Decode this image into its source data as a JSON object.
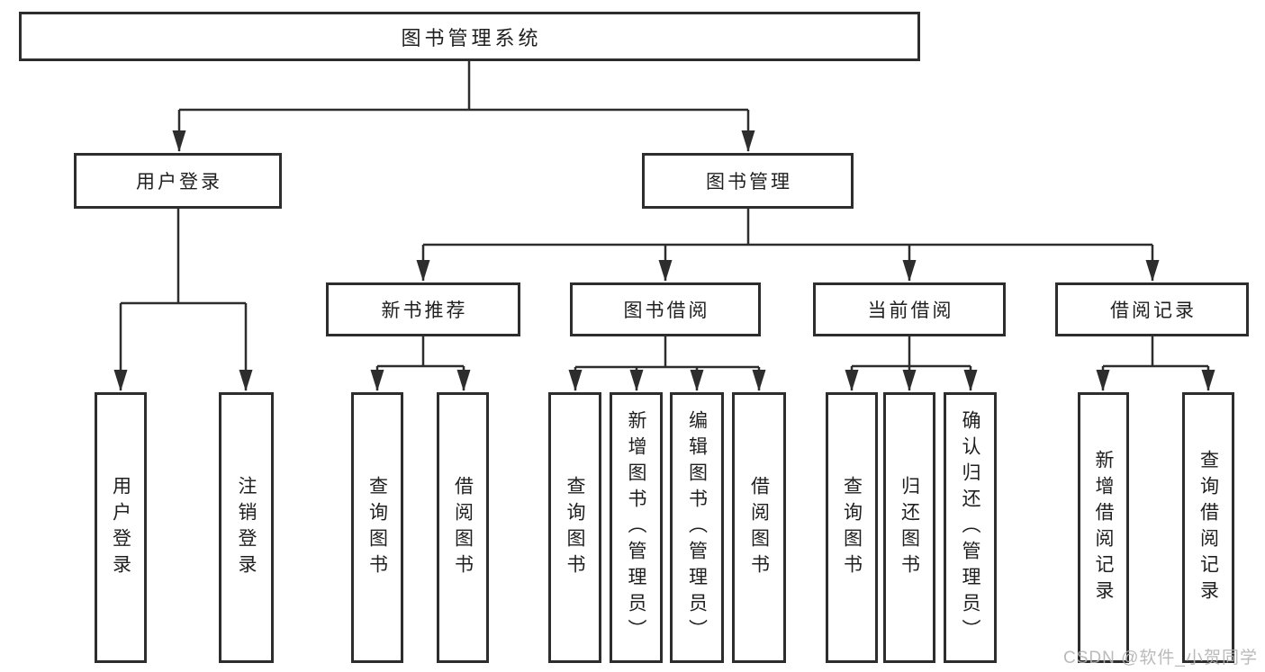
{
  "tree": {
    "root": {
      "label": "图书管理系统"
    },
    "branches": [
      {
        "label": "用户登录",
        "children": [
          "用户登录",
          "注销登录"
        ]
      },
      {
        "label": "图书管理",
        "modules": [
          {
            "label": "新书推荐",
            "children": [
              "查询图书",
              "借阅图书"
            ]
          },
          {
            "label": "图书借阅",
            "children": [
              "查询图书",
              "新增图书（管理员）",
              "编辑图书（管理员）",
              "借阅图书"
            ]
          },
          {
            "label": "当前借阅",
            "children": [
              "查询图书",
              "归还图书",
              "确认归还（管理员）"
            ]
          },
          {
            "label": "借阅记录",
            "children": [
              "新增借阅记录",
              "查询借阅记录"
            ]
          }
        ]
      }
    ]
  },
  "watermark": "CSDN @软件_小贺同学",
  "colors": {
    "line": "#2d2d2d",
    "border": "#2d2d2d",
    "text": "#1f1f1f",
    "box_background": "#ffffff",
    "page_background": "#ffffff",
    "watermark": "#b2b2b2"
  }
}
